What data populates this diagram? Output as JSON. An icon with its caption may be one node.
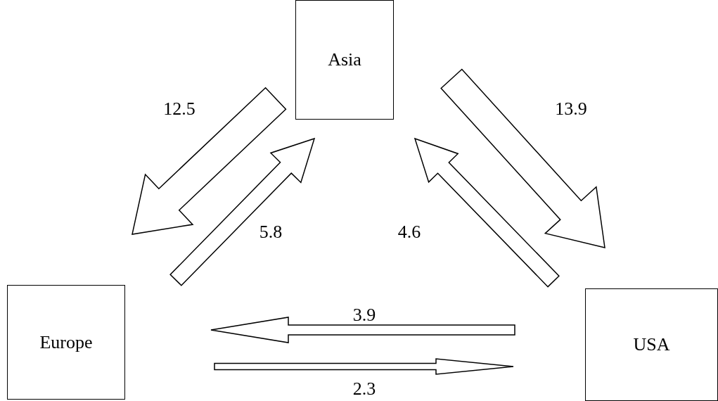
{
  "diagram": {
    "nodes": [
      {
        "text": [
          "Asia"
        ]
      },
      {
        "text": [
          "Europe"
        ]
      },
      {
        "text": [
          "USA"
        ]
      }
    ],
    "edges": [
      {
        "from": 0,
        "to": 1,
        "arrow": "to",
        "label": "12.5"
      },
      {
        "from": 1,
        "to": 0,
        "arrow": "to",
        "label": "5.8"
      },
      {
        "from": 2,
        "to": 0,
        "arrow": "to",
        "label": "4.6"
      },
      {
        "from": 0,
        "to": 2,
        "arrow": "to",
        "label": "13.9"
      },
      {
        "from": 2,
        "to": 1,
        "arrow": "to",
        "label": "3.9"
      },
      {
        "from": 1,
        "to": 2,
        "arrow": "to",
        "label": "2.3"
      }
    ]
  }
}
